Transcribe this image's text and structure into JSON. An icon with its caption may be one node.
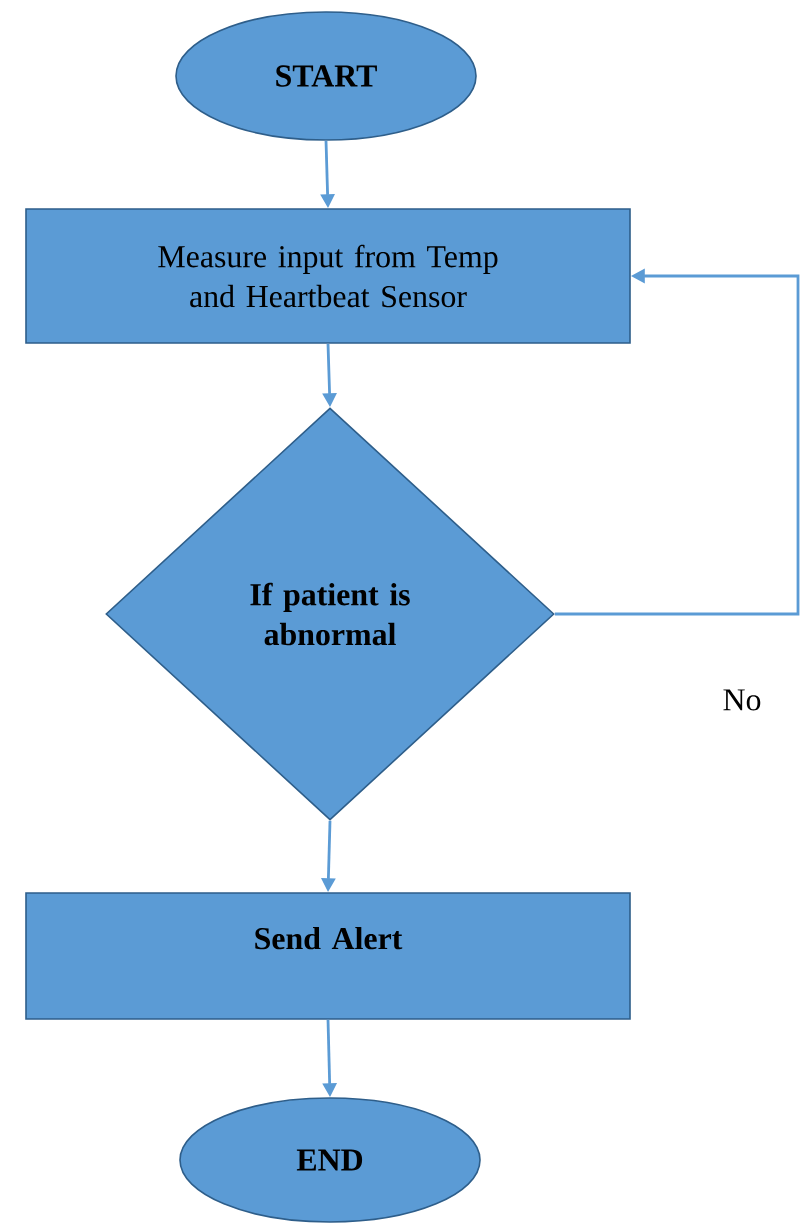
{
  "diagram": {
    "nodes": [
      {
        "text": [
          "START"
        ]
      },
      {
        "text": [
          "Measure input from Temp and Heartbeat Sensor"
        ]
      },
      {
        "text": [
          "If patient is abnormal"
        ]
      },
      {
        "text": [
          "Send Alert"
        ]
      },
      {
        "text": [
          "END"
        ]
      }
    ],
    "edges": [
      {
        "from": 0,
        "to": 1,
        "arrow": "to"
      },
      {
        "from": 1,
        "to": 2,
        "arrow": "to"
      },
      {
        "from": 2,
        "to": 3,
        "arrow": "to"
      },
      {
        "from": 3,
        "to": 4,
        "arrow": "to"
      },
      {
        "from": 2,
        "to": 1,
        "arrow": "to",
        "label": "No"
      }
    ]
  }
}
